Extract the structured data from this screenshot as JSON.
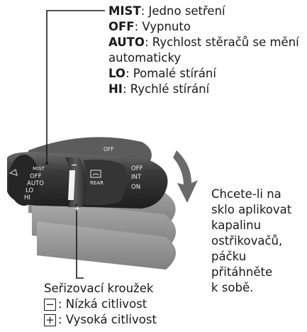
{
  "modes": [
    {
      "key": "MIST",
      "desc": ": Jedno setření"
    },
    {
      "key": "OFF",
      "desc": ": Vypnuto"
    },
    {
      "key": "AUTO",
      "desc": ": Rychlost stěračů se mění"
    },
    {
      "key": "",
      "desc": "automaticky"
    },
    {
      "key": "LO",
      "desc": ": Pomalé stírání"
    },
    {
      "key": "HI",
      "desc": ": Rychlé stírání"
    }
  ],
  "right_note": [
    "Chcete-li na",
    "sklo aplikovat",
    "kapalinu",
    "ostřikovačů,",
    "páčku",
    "přitáhněte",
    "k sobě."
  ],
  "ring": {
    "title": "Seřizovací kroužek",
    "minus_symbol": "−",
    "minus_text": ": Nízká citlivost",
    "plus_symbol": "+",
    "plus_text": ": Vysoká citlivost"
  },
  "stalk_labels": {
    "mist": "MIST",
    "off": "OFF",
    "auto": "AUTO",
    "lo": "LO",
    "hi": "HI",
    "int": "INT",
    "on": "ON",
    "off_right": "OFF",
    "rear": "REAR",
    "minus": "−",
    "plus": "+",
    "off_top": "OFF"
  },
  "colors": {
    "text": "#1a1a1a",
    "stalk_dark": "#2b2b2b",
    "stalk_mid": "#555555",
    "arrow": "#6a6a6a"
  },
  "icons": [
    "front-washer-icon",
    "rear-washer-icon",
    "rotation-arrow-icon"
  ]
}
